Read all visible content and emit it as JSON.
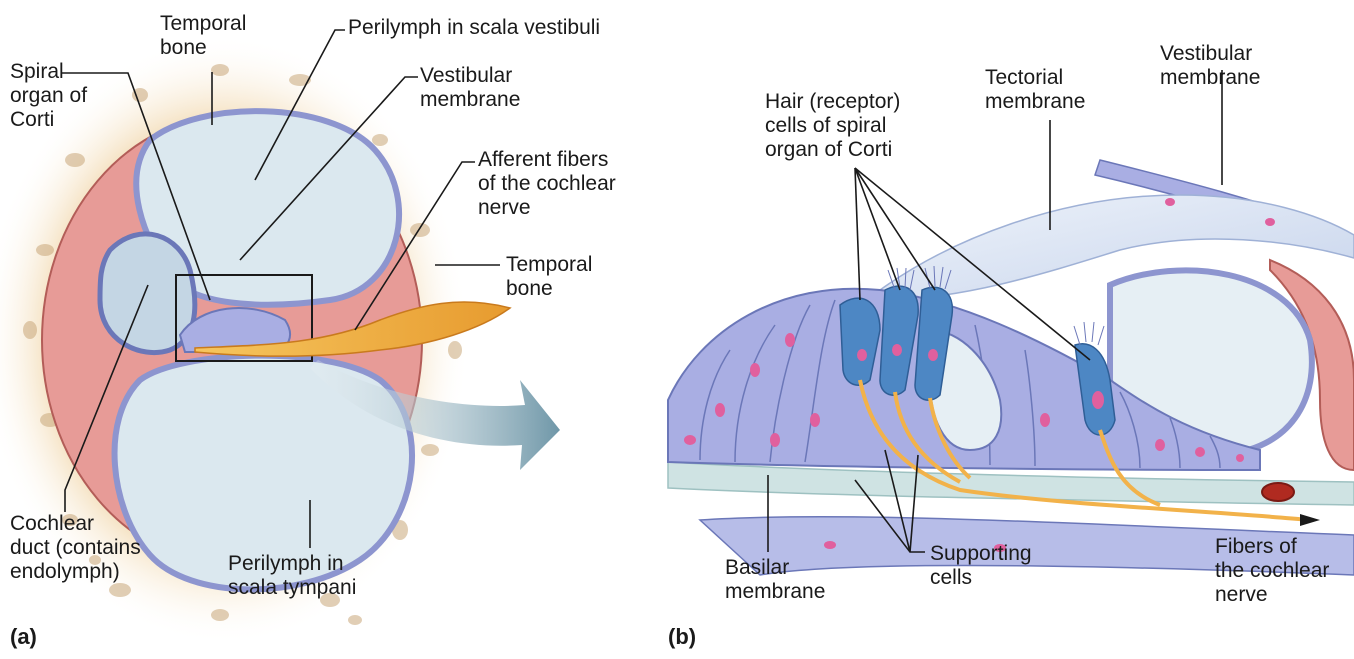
{
  "panels": {
    "a": {
      "letter": "(a)",
      "labels": {
        "temporal_bone_top": "Temporal\nbone",
        "spiral_organ": "Spiral\norgan of\nCorti",
        "perilymph_vestibuli": "Perilymph in scala vestibuli",
        "vestibular_membrane": "Vestibular\nmembrane",
        "afferent_fibers": "Afferent fibers\nof the cochlear\nnerve",
        "temporal_bone_right": "Temporal\nbone",
        "cochlear_duct": "Cochlear\nduct (contains\nendolymph)",
        "perilymph_tympani": "Perilymph in\nscala tympani"
      }
    },
    "b": {
      "letter": "(b)",
      "labels": {
        "hair_cells": "Hair (receptor)\ncells of spiral\norgan of Corti",
        "tectorial_membrane": "Tectorial\nmembrane",
        "vestibular_membrane": "Vestibular\nmembrane",
        "basilar_membrane": "Basilar\nmembrane",
        "supporting_cells": "Supporting\ncells",
        "fibers_cochlear": "Fibers of\nthe cochlear\nnerve"
      }
    }
  },
  "colors": {
    "bone": "#f3dcb6",
    "bone_pore": "#c9a77a",
    "membrane_pink": "#e79b97",
    "duct_wall": "#8d95cf",
    "fluid": "#dbe8ef",
    "nerve": "#f2b24a",
    "cell_body": "#a9aee3",
    "hair_cell": "#4d87c4",
    "nucleus": "#e0609e",
    "arrow": "#7fa4b3",
    "leader": "#1a1a1a"
  }
}
